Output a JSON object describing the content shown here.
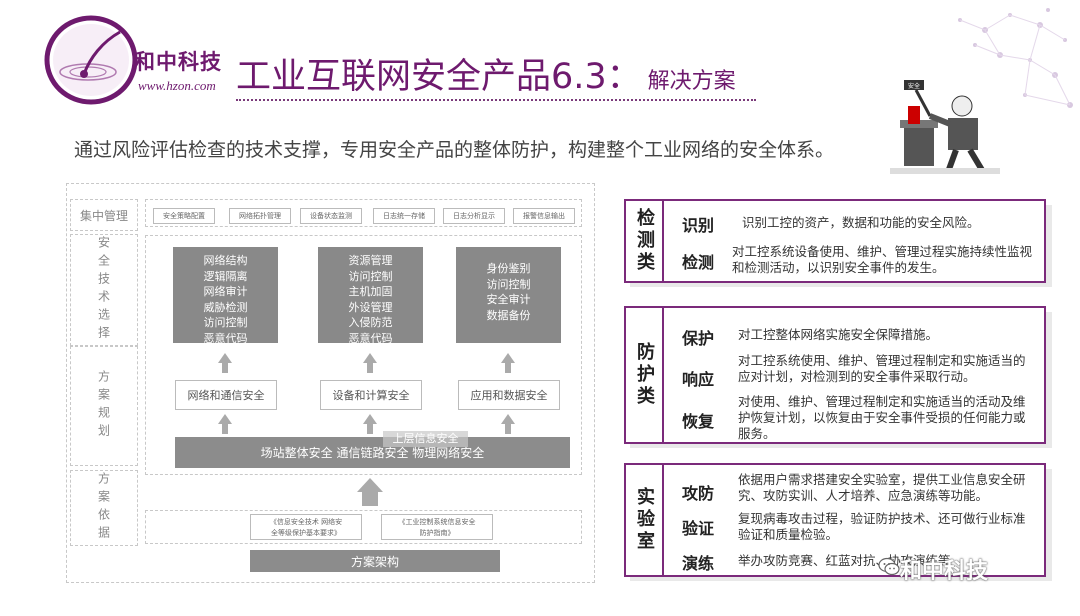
{
  "header": {
    "brand_name": "和中科技",
    "brand_url": "www.hzon.com",
    "title_main": "工业互联网安全产品6.3：",
    "title_sub": "解决方案",
    "cartoon_sign_text": "安全"
  },
  "intro": "通过风险评估检查的技术支撑，专用安全产品的整体防护，构建整个工业网络的安全体系。",
  "diagram": {
    "row_labels": [
      "集中管理",
      "安全技术选择",
      "方案规划",
      "方案依据"
    ],
    "mgmt_chips": [
      "安全策略配置",
      "网络拓扑管理",
      "设备状态监测",
      "日志统一存储",
      "日志分析显示",
      "报警信息输出"
    ],
    "columns": [
      {
        "lines": [
          "网络结构",
          "逻辑隔离",
          "网络审计",
          "威胁检测",
          "访问控制",
          "恶意代码"
        ],
        "label": "网络和通信安全"
      },
      {
        "lines": [
          "资源管理",
          "访问控制",
          "主机加固",
          "外设管理",
          "入侵防范",
          "恶意代码"
        ],
        "label": "设备和计算安全"
      },
      {
        "lines": [
          "身份鉴别",
          "访问控制",
          "安全审计",
          "数据备份"
        ],
        "label": "应用和数据安全"
      }
    ],
    "bottom_bar": "场站整体安全  通信链路安全  物理网络安全",
    "overlay_label": "上层信息安全",
    "standards": [
      {
        "line1": "《信息安全技术 网络安",
        "line2": "全等级保护基本要求》"
      },
      {
        "line1": "《工业控制系统信息安全",
        "line2": "防护指南》"
      }
    ],
    "architecture_label": "方案架构"
  },
  "panels": [
    {
      "category": "检测类",
      "items": [
        {
          "name": "识别",
          "desc": "识别工控的资产，数据和功能的安全风险。"
        },
        {
          "name": "检测",
          "desc": "对工控系统设备使用、维护、管理过程实施持续性监视和检测活动，以识别安全事件的发生。"
        }
      ]
    },
    {
      "category": "防护类",
      "items": [
        {
          "name": "保护",
          "desc": "对工控整体网络实施安全保障措施。"
        },
        {
          "name": "响应",
          "desc": "对工控系统使用、维护、管理过程制定和实施适当的应对计划，对检测到的安全事件采取行动。"
        },
        {
          "name": "恢复",
          "desc": "对使用、维护、管理过程制定和实施适当的活动及维护恢复计划，以恢复由于安全事件受损的任何能力或服务。"
        }
      ]
    },
    {
      "category": "实验室",
      "items": [
        {
          "name": "攻防",
          "desc": "依据用户需求搭建安全实验室，提供工业信息安全研究、攻防实训、人才培养、应急演练等功能。"
        },
        {
          "name": "验证",
          "desc": "复现病毒攻击过程，验证防护技术、还可做行业标准验证和质量检验。"
        },
        {
          "name": "演练",
          "desc": "举办攻防竞赛、红蓝对抗、协攻演练等"
        }
      ]
    }
  ],
  "watermark": "和中科技",
  "colors": {
    "accent": "#6e1a6e",
    "panel_border": "#7b2a7b",
    "diagram_grey": "#898989"
  }
}
